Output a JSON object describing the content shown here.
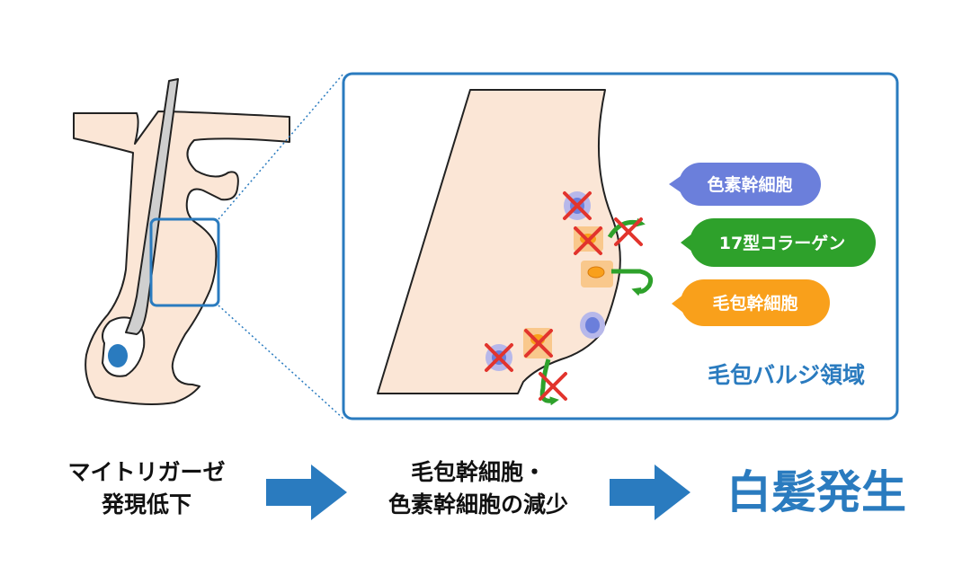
{
  "labels": {
    "melanocyte_stem_cell": "色素幹細胞",
    "collagen_17": "17型コラーゲン",
    "follicle_stem_cell": "毛包幹細胞",
    "bulge_region": "毛包バルジ領域"
  },
  "flow": {
    "step1": [
      "マイトリガーゼ",
      "発現低下"
    ],
    "step2": [
      "毛包幹細胞・",
      "色素幹細胞の減少"
    ],
    "result": "白髪発生"
  },
  "colors": {
    "accent_blue": "#2a7bbf",
    "melanocyte_purple": "#6b7fdb",
    "collagen_green": "#2ea12b",
    "follicle_orange": "#f9a01b",
    "skin": "#fbe6d6",
    "cross_red": "#e2342d"
  }
}
